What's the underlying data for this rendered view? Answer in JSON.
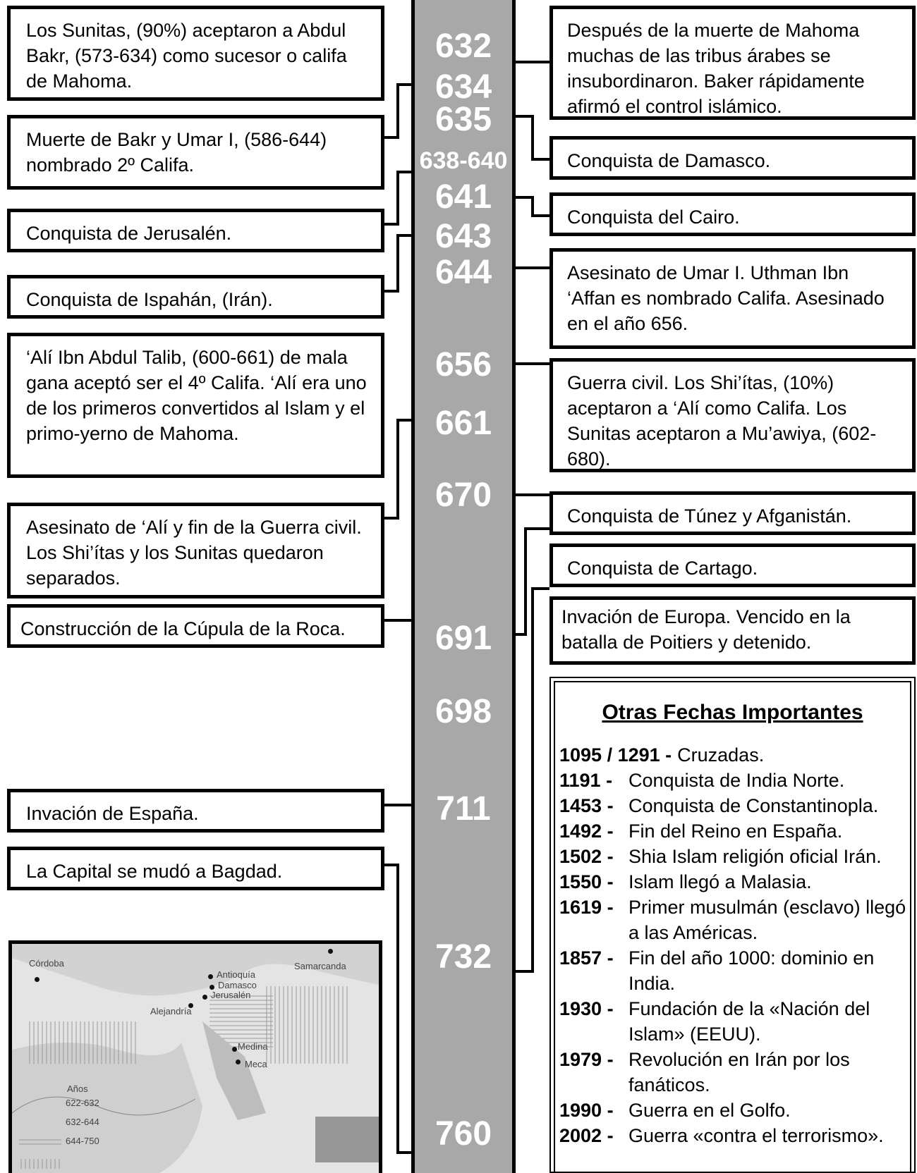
{
  "years": [
    "632",
    "634",
    "635",
    "638-640",
    "641",
    "643",
    "644",
    "656",
    "661",
    "670",
    "691",
    "698",
    "711",
    "732",
    "760"
  ],
  "left_events": [
    "Los Sunitas, (90%) aceptaron a Abdul Bakr, (573-634) como sucesor o califa de Mahoma.",
    "Muerte de Bakr y Umar I, (586-644) nombrado 2º Califa.",
    "Conquista de Jerusalén.",
    "Conquista de Ispahán, (Irán).",
    "‘Alí Ibn Abdul Talib, (600-661) de mala gana aceptó ser el 4º Califa. ‘Alí era uno de los primeros convertidos al Islam y el primo-yerno de Mahoma.",
    "Asesinato de ‘Alí y fin de la Guerra civil. Los Shi’ítas y los Sunitas quedaron separados.",
    "Construcción de la Cúpula de la Roca.",
    "Invación de España.",
    "La Capital se mudó a Bagdad."
  ],
  "right_events": [
    "Después de la muerte de Mahoma muchas de las tribus árabes se insubordinaron. Baker rápidamente afirmó el control islámico.",
    "Conquista de Damasco.",
    "Conquista del Cairo.",
    "Asesinato de Umar I. Uthman Ibn ‘Affan es nombrado Califa. Asesinado en el año 656.",
    "Guerra civil. Los Shi’ítas, (10%) aceptaron a ‘Alí como Califa. Los Sunitas aceptaron a Mu’awiya, (602-680).",
    "Conquista de Túnez y Afganistán.",
    "Conquista de Cartago.",
    "Invación de Europa. Vencido en la batalla de Poitiers y detenido."
  ],
  "other_dates": {
    "title": "Otras Fechas Importantes",
    "items": [
      {
        "year": "1095 / 1291 -",
        "text": "Cruzadas."
      },
      {
        "year": "1191 -",
        "text": "Conquista de India Norte."
      },
      {
        "year": "1453 -",
        "text": "Conquista de Constantinopla."
      },
      {
        "year": "1492 -",
        "text": "Fin del Reino en España."
      },
      {
        "year": "1502 -",
        "text": "Shia Islam religión oficial Irán."
      },
      {
        "year": "1550 -",
        "text": "Islam llegó a Malasia."
      },
      {
        "year": "1619 -",
        "text": "Primer musulmán (esclavo) llegó a las Américas."
      },
      {
        "year": "1857 -",
        "text": "Fin del año 1000: dominio en India."
      },
      {
        "year": "1930 -",
        "text": "Fundación de la «Nación del Islam» (EEUU)."
      },
      {
        "year": "1979 -",
        "text": "Revolución en Irán por los fanáticos."
      },
      {
        "year": "1990 -",
        "text": "Guerra en el Golfo."
      },
      {
        "year": "2002 -",
        "text": "Guerra «contra el terrorismo»."
      }
    ]
  },
  "map": {
    "cities": [
      "Córdoba",
      "Samarcanda",
      "Antioquía",
      "Damasco",
      "Jerusalén",
      "Alejandría",
      "Medina",
      "Meca"
    ],
    "legend_title": "Años",
    "legend": [
      "622-632",
      "632-644",
      "644-750"
    ]
  }
}
